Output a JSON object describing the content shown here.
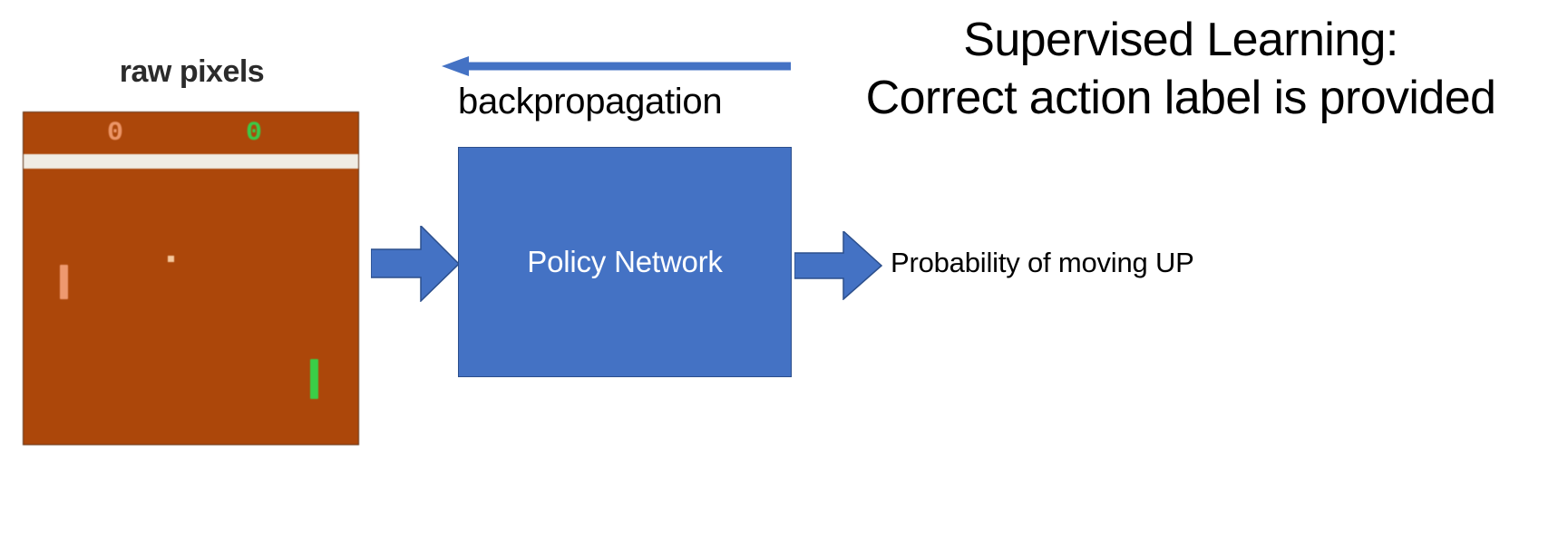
{
  "diagram": {
    "input_caption": "raw pixels",
    "backprop": {
      "label": "backpropagation",
      "arrow_icon": "arrow-left-icon",
      "color": "#4472c4"
    },
    "annotation": {
      "line1": "Supervised Learning:",
      "line2": "Correct action label is provided"
    },
    "policy_box": {
      "label": "Policy Network",
      "fill_color": "#4472c4",
      "text_color": "#ffffff",
      "border_color": "#2c4f8c"
    },
    "input_arrow_icon": "arrow-right-block-icon",
    "output_arrow_icon": "arrow-right-block-icon",
    "output_label": "Probability of moving UP"
  },
  "pong_frame": {
    "background_color": "#a8480e",
    "divider_color": "#f0ece4",
    "score_left": "0",
    "score_right": "0",
    "score_left_color": "#e8966a",
    "score_right_color": "#41c64a",
    "paddle_left_color": "#eb9a72",
    "paddle_right_color": "#3fcc4b",
    "ball_color": "#f3c79e"
  }
}
